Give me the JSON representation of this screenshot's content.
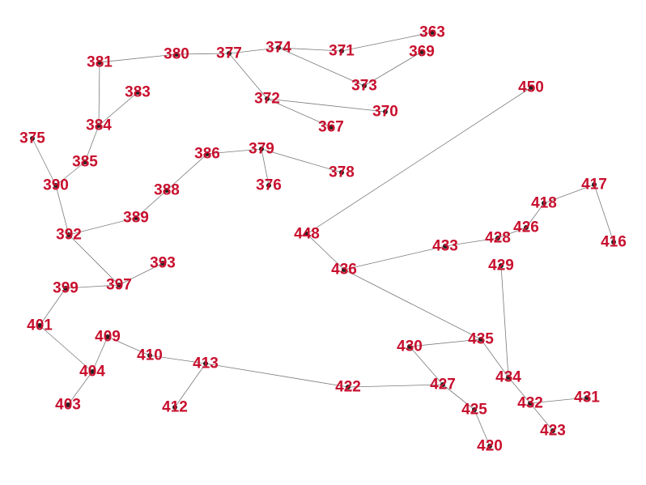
{
  "graph": {
    "colors": {
      "label": "#c8102e",
      "edge": "#7a7a7a",
      "node": "#222222",
      "background": "#ffffff"
    },
    "nodes": [
      {
        "id": "363"
      },
      {
        "id": "369"
      },
      {
        "id": "371"
      },
      {
        "id": "374"
      },
      {
        "id": "377"
      },
      {
        "id": "380"
      },
      {
        "id": "381"
      },
      {
        "id": "383"
      },
      {
        "id": "384"
      },
      {
        "id": "373"
      },
      {
        "id": "372"
      },
      {
        "id": "370"
      },
      {
        "id": "367"
      },
      {
        "id": "450"
      },
      {
        "id": "375"
      },
      {
        "id": "385"
      },
      {
        "id": "390"
      },
      {
        "id": "386"
      },
      {
        "id": "379"
      },
      {
        "id": "378"
      },
      {
        "id": "376"
      },
      {
        "id": "388"
      },
      {
        "id": "389"
      },
      {
        "id": "392"
      },
      {
        "id": "393"
      },
      {
        "id": "397"
      },
      {
        "id": "399"
      },
      {
        "id": "401"
      },
      {
        "id": "404"
      },
      {
        "id": "403"
      },
      {
        "id": "409"
      },
      {
        "id": "410"
      },
      {
        "id": "413"
      },
      {
        "id": "412"
      },
      {
        "id": "422"
      },
      {
        "id": "427"
      },
      {
        "id": "430"
      },
      {
        "id": "425"
      },
      {
        "id": "420"
      },
      {
        "id": "435"
      },
      {
        "id": "436"
      },
      {
        "id": "448"
      },
      {
        "id": "433"
      },
      {
        "id": "428"
      },
      {
        "id": "426"
      },
      {
        "id": "418"
      },
      {
        "id": "417"
      },
      {
        "id": "416"
      },
      {
        "id": "429"
      },
      {
        "id": "434"
      },
      {
        "id": "432"
      },
      {
        "id": "431"
      },
      {
        "id": "423"
      }
    ],
    "edges": [
      [
        "363",
        "371"
      ],
      [
        "371",
        "374"
      ],
      [
        "374",
        "377"
      ],
      [
        "377",
        "380"
      ],
      [
        "380",
        "381"
      ],
      [
        "381",
        "384"
      ],
      [
        "383",
        "384"
      ],
      [
        "384",
        "385"
      ],
      [
        "385",
        "390"
      ],
      [
        "375",
        "390"
      ],
      [
        "390",
        "392"
      ],
      [
        "369",
        "373"
      ],
      [
        "373",
        "374"
      ],
      [
        "377",
        "372"
      ],
      [
        "372",
        "370"
      ],
      [
        "372",
        "367"
      ],
      [
        "386",
        "379"
      ],
      [
        "379",
        "378"
      ],
      [
        "379",
        "376"
      ],
      [
        "386",
        "388"
      ],
      [
        "388",
        "389"
      ],
      [
        "389",
        "392"
      ],
      [
        "392",
        "397"
      ],
      [
        "393",
        "397"
      ],
      [
        "397",
        "399"
      ],
      [
        "399",
        "401"
      ],
      [
        "401",
        "404"
      ],
      [
        "404",
        "409"
      ],
      [
        "404",
        "403"
      ],
      [
        "409",
        "410"
      ],
      [
        "410",
        "413"
      ],
      [
        "413",
        "412"
      ],
      [
        "413",
        "422"
      ],
      [
        "422",
        "427"
      ],
      [
        "427",
        "430"
      ],
      [
        "427",
        "425"
      ],
      [
        "425",
        "420"
      ],
      [
        "430",
        "435"
      ],
      [
        "435",
        "436"
      ],
      [
        "436",
        "448"
      ],
      [
        "448",
        "450"
      ],
      [
        "436",
        "433"
      ],
      [
        "433",
        "428"
      ],
      [
        "428",
        "426"
      ],
      [
        "426",
        "418"
      ],
      [
        "418",
        "417"
      ],
      [
        "417",
        "416"
      ],
      [
        "435",
        "434"
      ],
      [
        "429",
        "434"
      ],
      [
        "434",
        "432"
      ],
      [
        "432",
        "431"
      ],
      [
        "432",
        "423"
      ]
    ]
  }
}
